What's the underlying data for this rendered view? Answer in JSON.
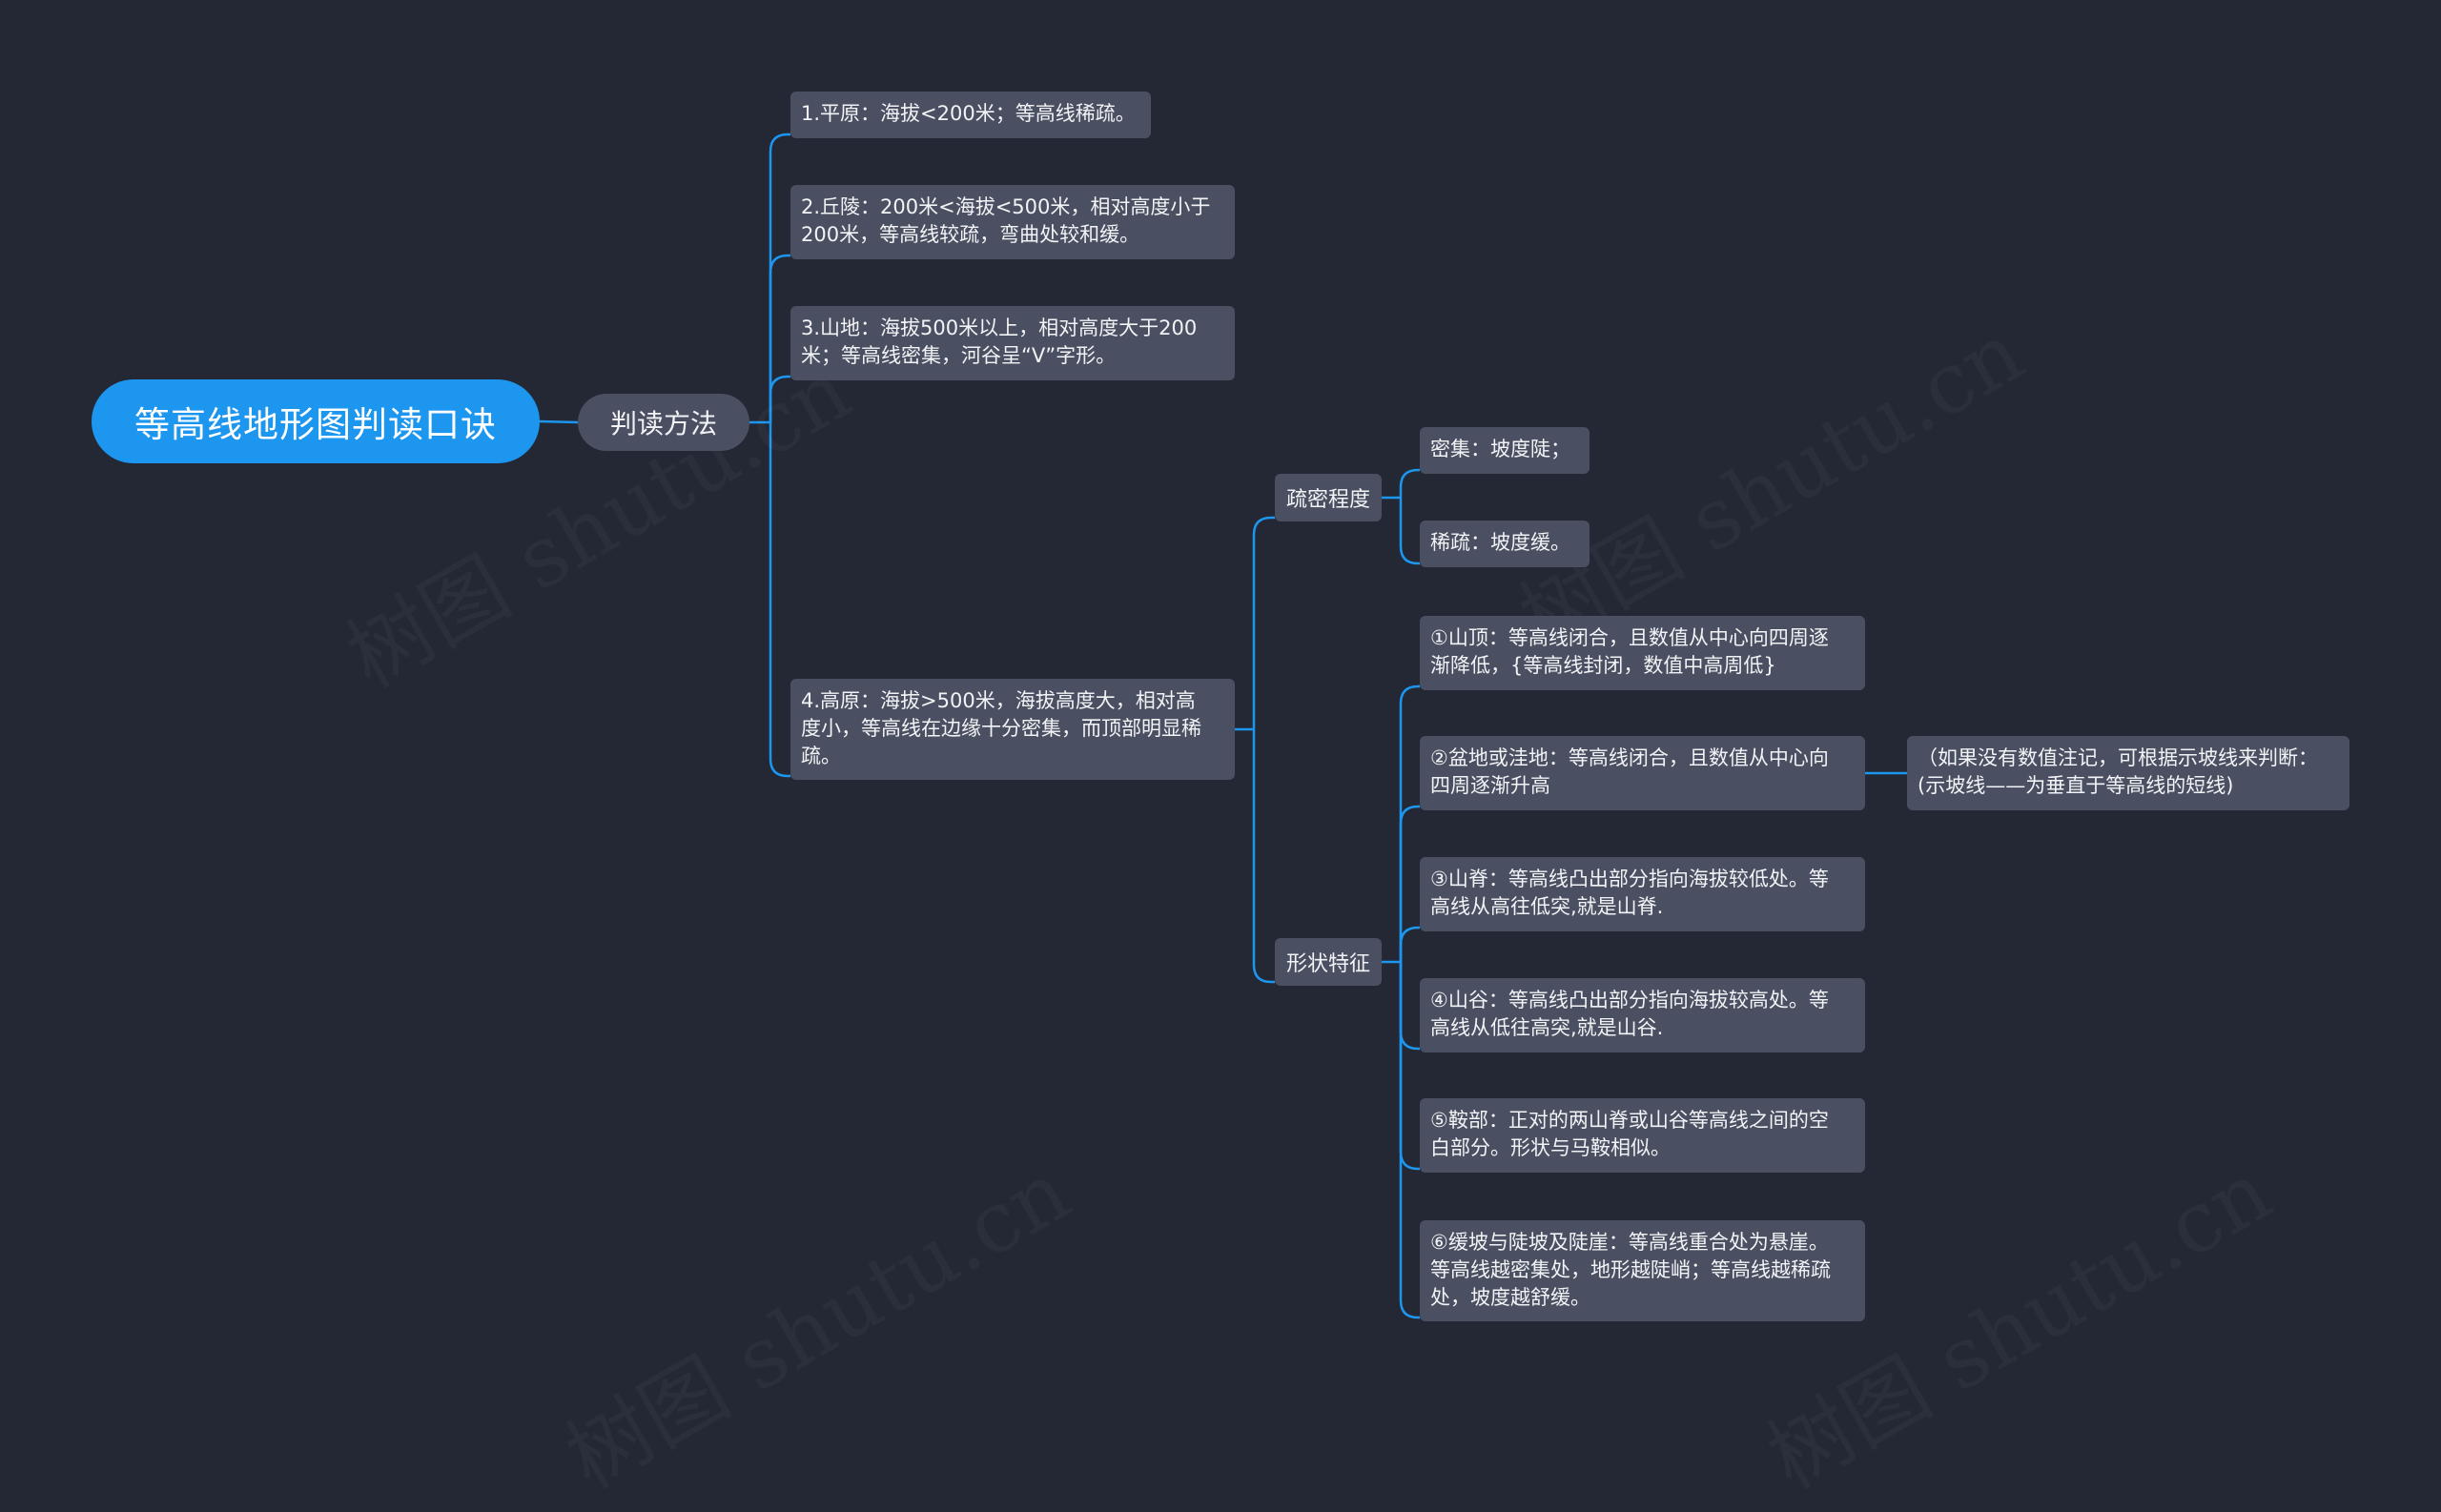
{
  "watermark": "树图 shutu.cn",
  "root": {
    "label": "等高线地形图判读口诀"
  },
  "method": {
    "label": "判读方法"
  },
  "terrain": [
    {
      "text": "1.平原：海拔<200米；等高线稀疏。"
    },
    {
      "text": "2.丘陵：200米<海拔<500米，相对高度小于\n200米，等高线较疏，弯曲处较和缓。"
    },
    {
      "text": "3.山地：海拔500米以上，相对高度大于200\n米；等高线密集，河谷呈“V”字形。"
    },
    {
      "text": "4.高原：海拔>500米，海拔高度大，相对高\n度小，等高线在边缘十分密集，而顶部明显稀\n疏。"
    }
  ],
  "density": {
    "label": "疏密程度",
    "items": [
      {
        "text": "密集：坡度陡；"
      },
      {
        "text": "稀疏：坡度缓。"
      }
    ]
  },
  "shape": {
    "label": "形状特征",
    "items": [
      {
        "text": "①山顶：等高线闭合，且数值从中心向四周逐\n渐降低，{等高线封闭，数值中高周低}"
      },
      {
        "text": "②盆地或洼地：等高线闭合，且数值从中心向\n四周逐渐升高"
      },
      {
        "text": "③山脊：等高线凸出部分指向海拔较低处。等\n高线从高往低突,就是山脊."
      },
      {
        "text": "④山谷：等高线凸出部分指向海拔较高处。等\n高线从低往高突,就是山谷."
      },
      {
        "text": "⑤鞍部：正对的两山脊或山谷等高线之间的空\n白部分。形状与马鞍相似。"
      },
      {
        "text": "⑥缓坡与陡坡及陡崖：等高线重合处为悬崖。\n等高线越密集处，地形越陡峭；等高线越稀疏\n处，坡度越舒缓。"
      }
    ],
    "basin_note": {
      "text": "（如果没有数值注记，可根据示坡线来判断：\n(示坡线——为垂直于等高线的短线)"
    }
  },
  "colors": {
    "background": "#242834",
    "root": "#1d96ef",
    "node": "#4a5061",
    "link": "#1d96ef"
  }
}
